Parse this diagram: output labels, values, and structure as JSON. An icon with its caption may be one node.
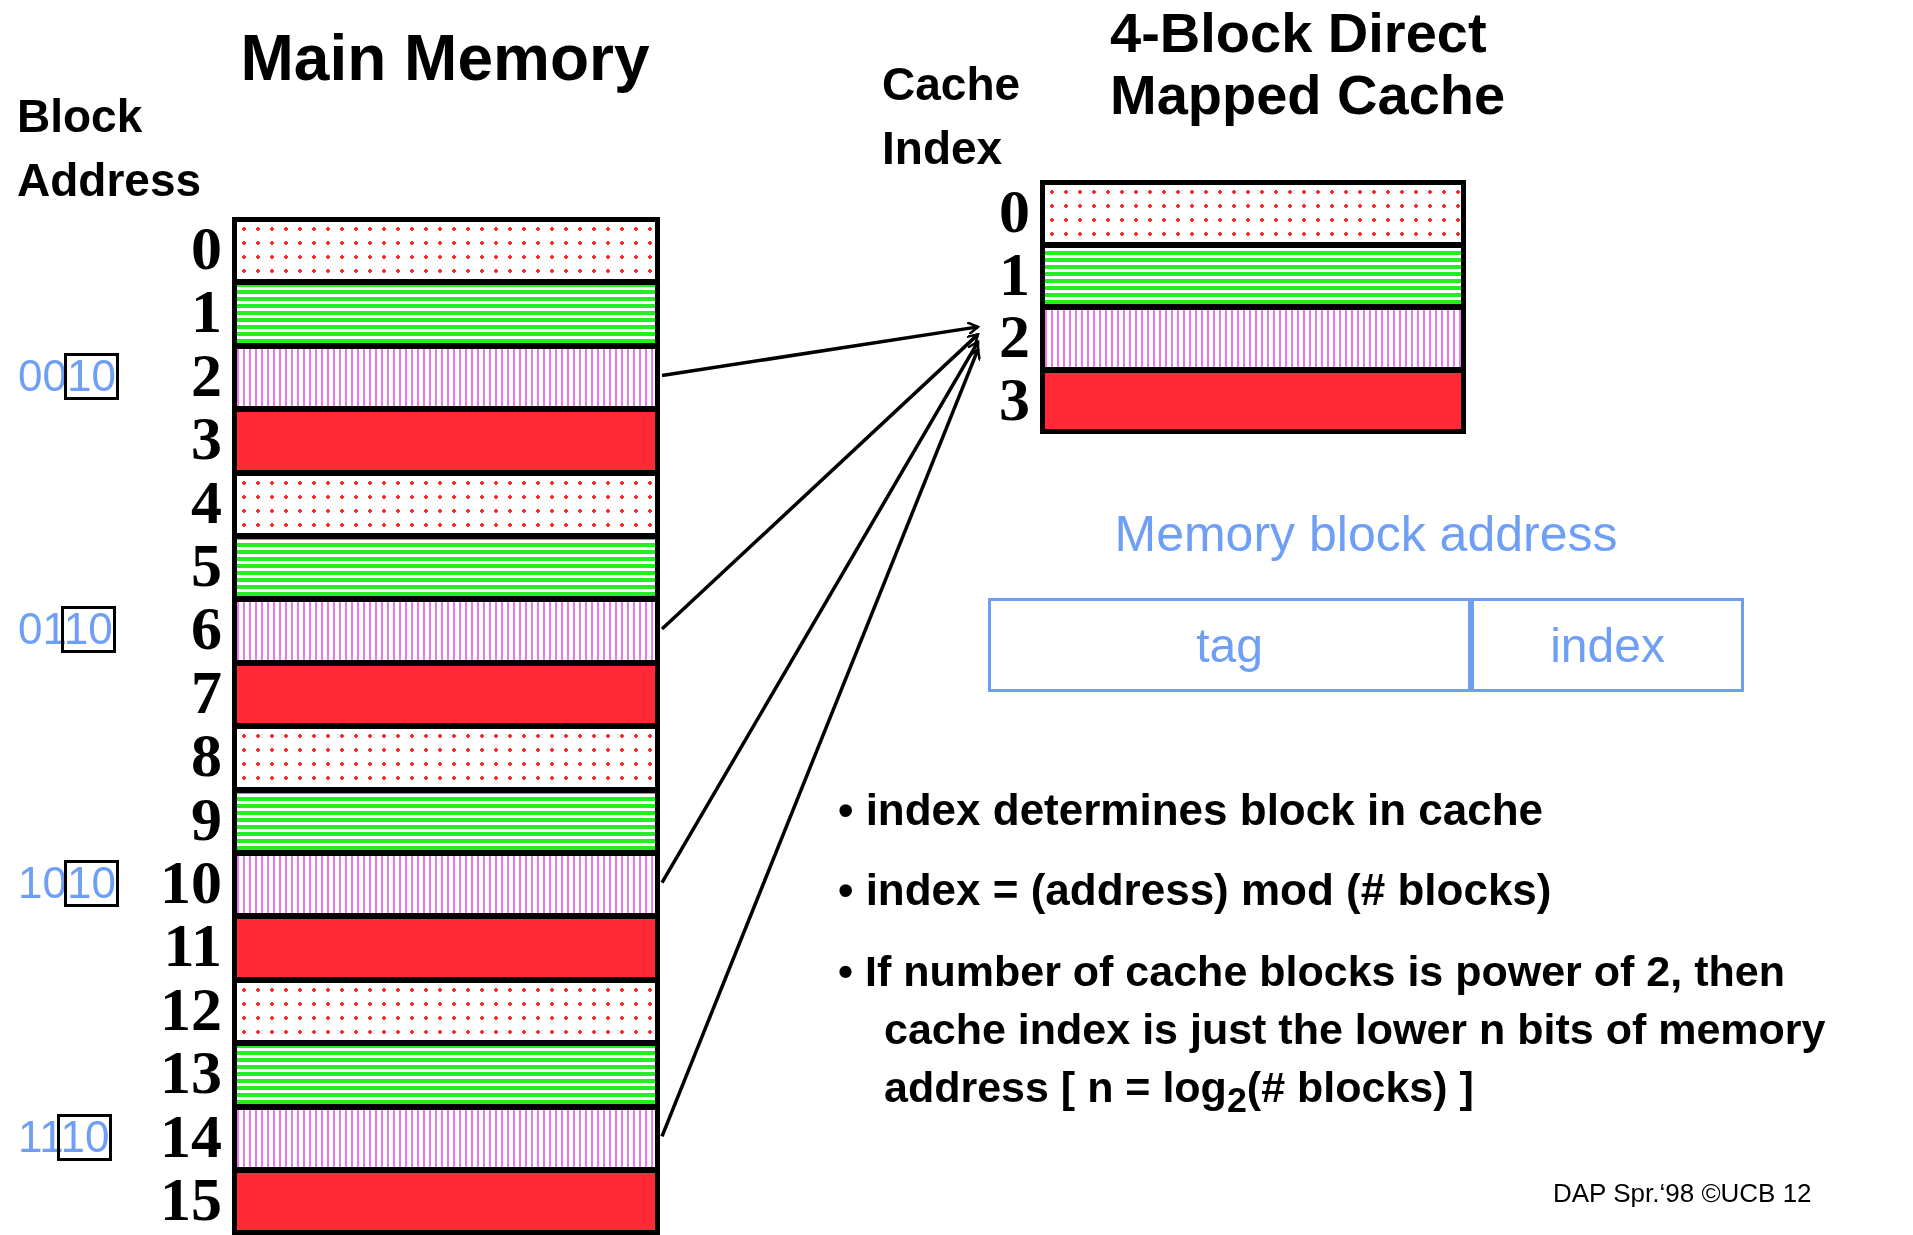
{
  "diagram": {
    "nodes": [
      {
        "text": [
          "Main Memory"
        ]
      },
      {
        "text": [],
        "shape": "box",
        "in": 0,
        "beside": [
          "0"
        ]
      },
      {
        "text": [],
        "shape": "box",
        "in": 0,
        "beside": [
          "1"
        ]
      },
      {
        "text": [],
        "shape": "box",
        "in": 0,
        "beside": [
          "0010",
          "2"
        ]
      },
      {
        "text": [],
        "shape": "box",
        "in": 0,
        "beside": [
          "3"
        ]
      },
      {
        "text": [],
        "shape": "box",
        "in": 0,
        "beside": [
          "4"
        ]
      },
      {
        "text": [],
        "shape": "box",
        "in": 0,
        "beside": [
          "5"
        ]
      },
      {
        "text": [],
        "shape": "box",
        "in": 0,
        "beside": [
          "0110",
          "6"
        ]
      },
      {
        "text": [],
        "shape": "box",
        "in": 0,
        "beside": [
          "7"
        ]
      },
      {
        "text": [],
        "shape": "box",
        "in": 0,
        "beside": [
          "8"
        ]
      },
      {
        "text": [],
        "shape": "box",
        "in": 0,
        "beside": [
          "9"
        ]
      },
      {
        "text": [],
        "shape": "box",
        "in": 0,
        "beside": [
          "1010",
          "10"
        ]
      },
      {
        "text": [],
        "shape": "box",
        "in": 0,
        "beside": [
          "11"
        ]
      },
      {
        "text": [],
        "shape": "box",
        "in": 0,
        "beside": [
          "12"
        ]
      },
      {
        "text": [],
        "shape": "box",
        "in": 0,
        "beside": [
          "13"
        ]
      },
      {
        "text": [],
        "shape": "box",
        "in": 0,
        "beside": [
          "1110",
          "14"
        ]
      },
      {
        "text": [],
        "shape": "box",
        "in": 0,
        "beside": [
          "15"
        ]
      },
      {
        "text": [
          "4-Block Direct Mapped Cache"
        ]
      },
      {
        "text": [],
        "shape": "box",
        "in": 17,
        "beside": [
          "0"
        ]
      },
      {
        "text": [],
        "shape": "box",
        "in": 17,
        "beside": [
          "1"
        ]
      },
      {
        "text": [],
        "shape": "box",
        "in": 17,
        "beside": [
          "2"
        ]
      },
      {
        "text": [],
        "shape": "box",
        "in": 17,
        "beside": [
          "3"
        ]
      },
      {
        "text": [
          "Memory block address"
        ]
      },
      {
        "text": [
          "tag"
        ],
        "in": 22
      },
      {
        "text": [
          "index"
        ],
        "in": 22
      }
    ],
    "edges": [
      {
        "from": 3,
        "to": 20,
        "arrow": "to"
      },
      {
        "from": 7,
        "to": 20,
        "arrow": "to"
      },
      {
        "from": 11,
        "to": 20,
        "arrow": "to"
      },
      {
        "from": 15,
        "to": 20,
        "arrow": "to"
      }
    ],
    "labels": [
      "Block Address",
      "Cache Index",
      "• index determines block in cache",
      "• index = (address) mod (# blocks)",
      "• If number of cache blocks is power of 2, then cache index is just the lower n bits of memory address [ n = log$_{2}$(# blocks) ]",
      "DAP Spr.‘98 ©UCB 12"
    ]
  }
}
